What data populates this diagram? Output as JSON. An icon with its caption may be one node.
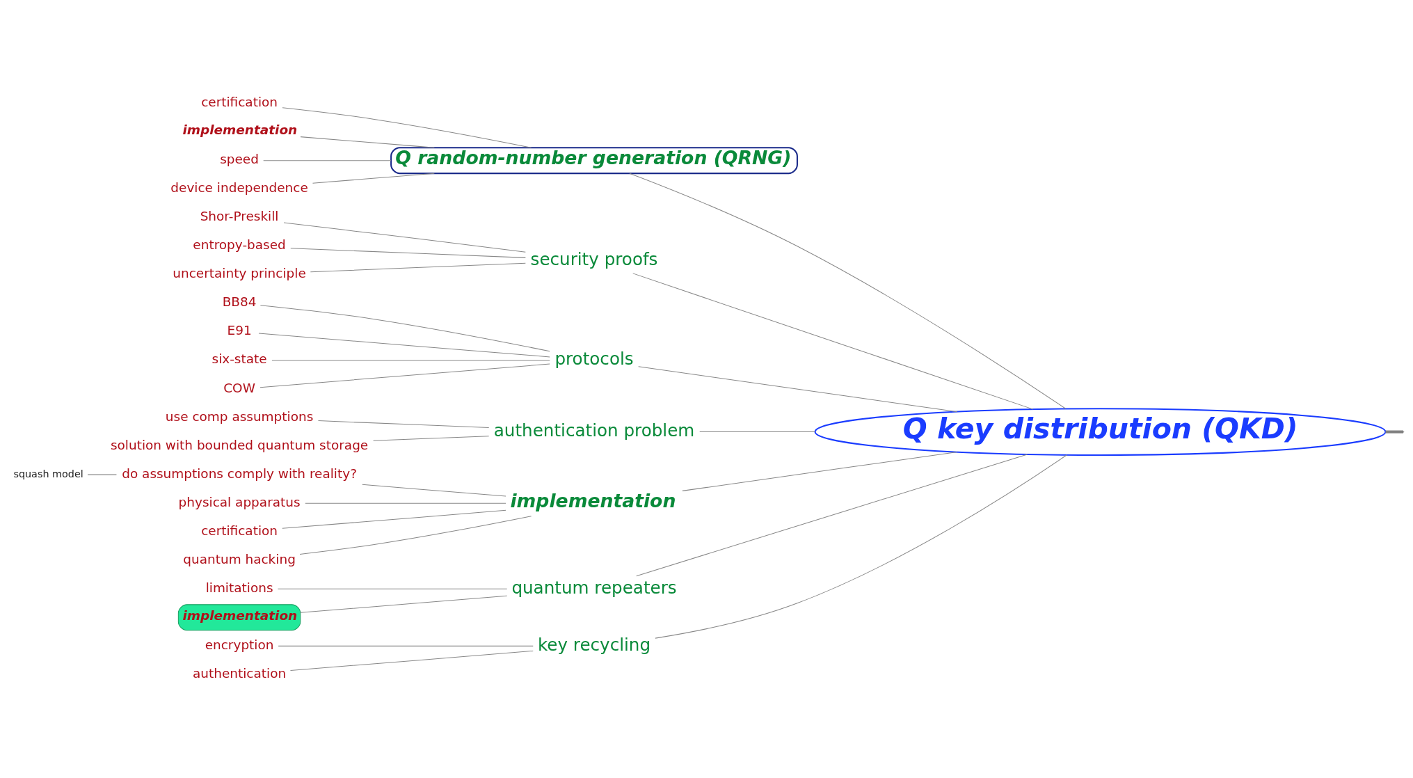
{
  "diagram": {
    "nodes": [
      {
        "text": [
          "Q key distribution (QKD)"
        ]
      },
      {
        "text": [
          "Q random-number generation (QRNG)"
        ]
      },
      {
        "text": [
          "certification"
        ]
      },
      {
        "text": [
          "implementation"
        ]
      },
      {
        "text": [
          "speed"
        ]
      },
      {
        "text": [
          "device independence"
        ]
      },
      {
        "text": [
          "security proofs"
        ]
      },
      {
        "text": [
          "Shor-Preskill"
        ]
      },
      {
        "text": [
          "entropy-based"
        ]
      },
      {
        "text": [
          "uncertainty principle"
        ]
      },
      {
        "text": [
          "protocols"
        ]
      },
      {
        "text": [
          "BB84"
        ]
      },
      {
        "text": [
          "E91"
        ]
      },
      {
        "text": [
          "six-state"
        ]
      },
      {
        "text": [
          "COW"
        ]
      },
      {
        "text": [
          "authentication problem"
        ]
      },
      {
        "text": [
          "use comp assumptions"
        ]
      },
      {
        "text": [
          "solution with bounded quantum storage"
        ]
      },
      {
        "text": [
          "implementation"
        ]
      },
      {
        "text": [
          "do assumptions comply with reality?"
        ]
      },
      {
        "text": [
          "squash model"
        ]
      },
      {
        "text": [
          "physical apparatus"
        ]
      },
      {
        "text": [
          "certification"
        ]
      },
      {
        "text": [
          "quantum hacking"
        ]
      },
      {
        "text": [
          "quantum repeaters"
        ]
      },
      {
        "text": [
          "limitations"
        ]
      },
      {
        "text": [
          "implementation"
        ]
      },
      {
        "text": [
          "key recycling"
        ]
      },
      {
        "text": [
          "encryption"
        ]
      },
      {
        "text": [
          "authentication"
        ]
      }
    ],
    "edges": [
      {
        "from": 0,
        "to": 1,
        "arrow": "none"
      },
      {
        "from": 1,
        "to": 2,
        "arrow": "none"
      },
      {
        "from": 1,
        "to": 3,
        "arrow": "none"
      },
      {
        "from": 1,
        "to": 4,
        "arrow": "none"
      },
      {
        "from": 1,
        "to": 5,
        "arrow": "none"
      },
      {
        "from": 0,
        "to": 6,
        "arrow": "none"
      },
      {
        "from": 6,
        "to": 7,
        "arrow": "none"
      },
      {
        "from": 6,
        "to": 8,
        "arrow": "none"
      },
      {
        "from": 6,
        "to": 9,
        "arrow": "none"
      },
      {
        "from": 0,
        "to": 10,
        "arrow": "none"
      },
      {
        "from": 10,
        "to": 11,
        "arrow": "none"
      },
      {
        "from": 10,
        "to": 12,
        "arrow": "none"
      },
      {
        "from": 10,
        "to": 13,
        "arrow": "none"
      },
      {
        "from": 10,
        "to": 14,
        "arrow": "none"
      },
      {
        "from": 0,
        "to": 15,
        "arrow": "none"
      },
      {
        "from": 15,
        "to": 16,
        "arrow": "none"
      },
      {
        "from": 15,
        "to": 17,
        "arrow": "none"
      },
      {
        "from": 0,
        "to": 18,
        "arrow": "none"
      },
      {
        "from": 18,
        "to": 19,
        "arrow": "none"
      },
      {
        "from": 19,
        "to": 20,
        "arrow": "none"
      },
      {
        "from": 18,
        "to": 21,
        "arrow": "none"
      },
      {
        "from": 18,
        "to": 22,
        "arrow": "none"
      },
      {
        "from": 18,
        "to": 23,
        "arrow": "none"
      },
      {
        "from": 0,
        "to": 24,
        "arrow": "none"
      },
      {
        "from": 24,
        "to": 25,
        "arrow": "none"
      },
      {
        "from": 24,
        "to": 26,
        "arrow": "none"
      },
      {
        "from": 0,
        "to": 27,
        "arrow": "none"
      },
      {
        "from": 27,
        "to": 28,
        "arrow": "none"
      },
      {
        "from": 27,
        "to": 29,
        "arrow": "none"
      },
      {
        "from": 0,
        "to": null,
        "arrow": "none",
        "style": "thick",
        "color": "#808080"
      }
    ]
  }
}
